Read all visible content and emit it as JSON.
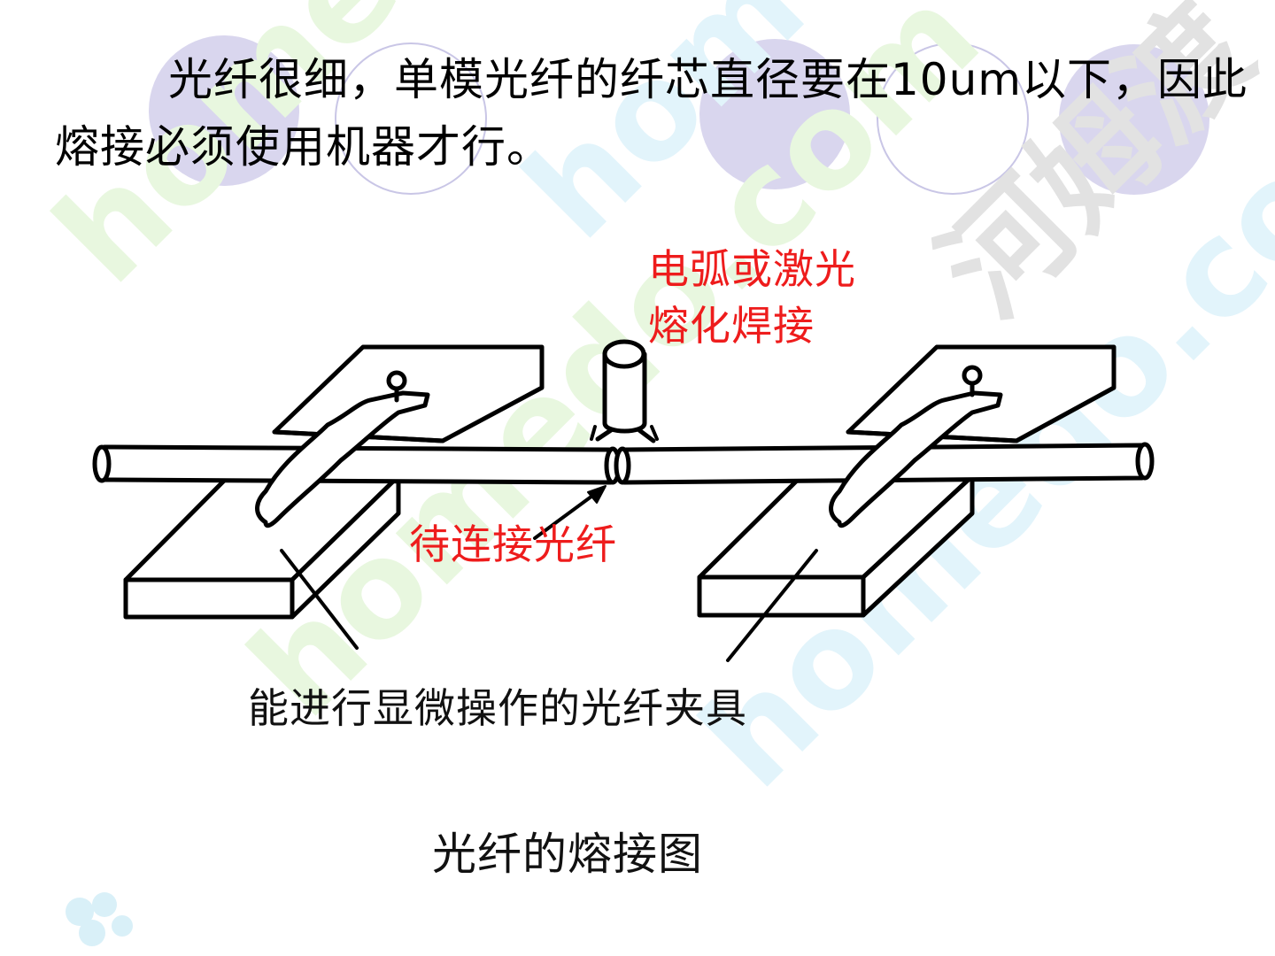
{
  "intro": {
    "text": "光纤很细，单模光纤的纤芯直径要在10um以下，因此熔接必须使用机器才行。"
  },
  "labels": {
    "electrode": [
      "电弧或激光",
      "熔化焊接"
    ],
    "fiber_ends": "待连接光纤",
    "clamps": "能进行显微操作的光纤夹具"
  },
  "caption": "光纤的熔接图",
  "watermark": {
    "text": "homedo.com",
    "brand_cn": "河姆渡"
  },
  "colors": {
    "annotation_red": "#ee1c1c",
    "decor_circle": "#d9d6ee",
    "watermark_green": "#e8f7df",
    "watermark_blue": "#e2f4fb",
    "watermark_grey": "#e2e2e2"
  }
}
